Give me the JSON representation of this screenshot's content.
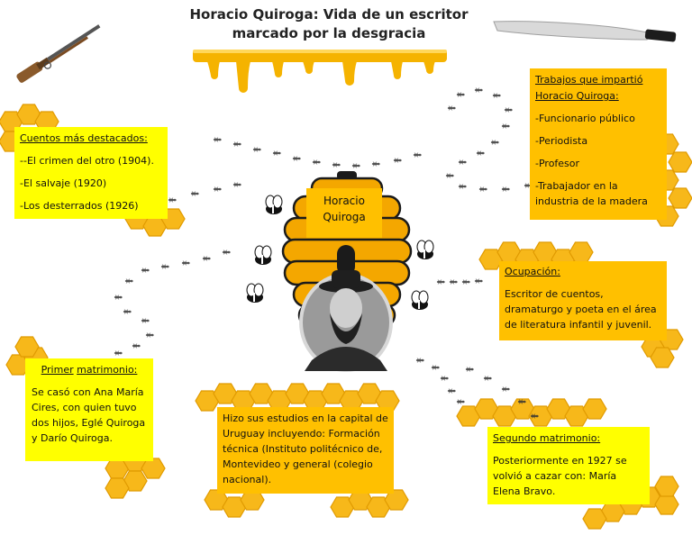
{
  "title": {
    "line1": "Horacio Quiroga: Vida de un escritor",
    "line2": "marcado por la desgracia"
  },
  "center": {
    "line1": "Horacio",
    "line2": "Quiroga"
  },
  "cuentos": {
    "heading": "Cuentos más destacados:",
    "items": [
      "--El crimen del otro (1904).",
      "-El salvaje (1920)",
      "-Los desterrados (1926)"
    ]
  },
  "trabajos": {
    "heading_line1": "Trabajos que impartió",
    "heading_line2": "Horacio Quiroga:",
    "items": [
      "-Funcionario público",
      "-Periodista",
      "-Profesor",
      "-Trabajador en la",
      "industria de la madera"
    ]
  },
  "ocupacion": {
    "heading": "Ocupación:",
    "lines": [
      "Escritor de cuentos,",
      "dramaturgo y poeta en el área",
      "de literatura infantil y juvenil."
    ]
  },
  "primer": {
    "heading_word1": "Primer",
    "heading_word2": "matrimonio:",
    "lines": [
      "Se casó con Ana María",
      "Cires, con quien tuvo",
      "dos hijos, Eglé Quiroga",
      "y Darío Quiroga."
    ]
  },
  "estudios": {
    "lines": [
      "Hizo sus estudios en la capital de",
      "Uruguay incluyendo: Formación",
      "técnica (Instituto politécnico de,",
      "Montevideo y general (colegio",
      "nacional)."
    ]
  },
  "segundo": {
    "heading": "Segundo matrimonio:",
    "lines": [
      "Posteriormente en 1927 se",
      "volvió a cazar con: María",
      "Elena Bravo."
    ]
  },
  "colors": {
    "yellow": "#ffff00",
    "orange": "#ffc000",
    "honey": "#f5b300",
    "comb": "#f7b81a",
    "hive": "#f4a700"
  },
  "icons": [
    "rifle-icon",
    "machete-icon",
    "honey-drip-icon",
    "beehive-icon",
    "bee-icon",
    "ant-trail-icon",
    "honeycomb-icon",
    "portrait-photo"
  ]
}
